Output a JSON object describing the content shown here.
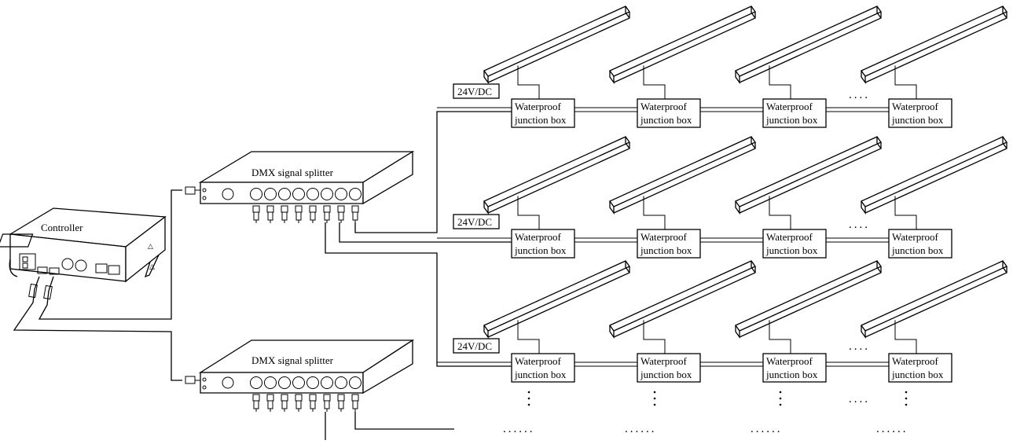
{
  "controller": {
    "label": "Controller"
  },
  "splitters": [
    {
      "label": "DMX signal splitter"
    },
    {
      "label": "DMX signal splitter"
    }
  ],
  "power_label": "24V/DC",
  "junction_box": {
    "line1": "Waterproof",
    "line2": "junction box"
  },
  "continuation": {
    "row_dots": "....",
    "bottom_dots": "......"
  }
}
